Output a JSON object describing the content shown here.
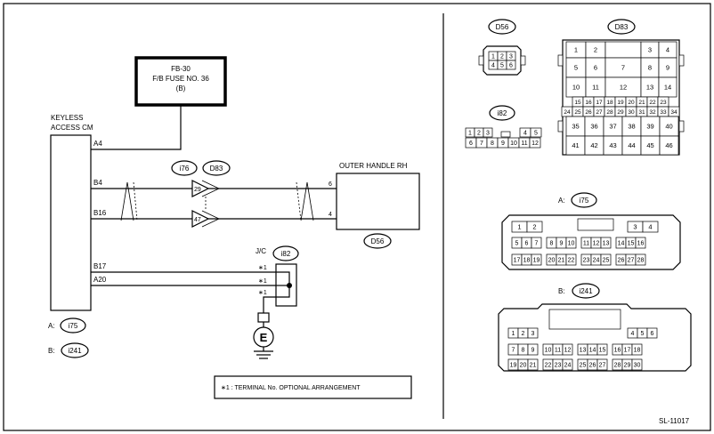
{
  "fuse": {
    "line1": "FB-30",
    "line2": "F/B FUSE NO. 36",
    "line3": "(B)"
  },
  "cm": {
    "line1": "KEYLESS",
    "line2": "ACCESS CM"
  },
  "cm_pins": {
    "a4": "A4",
    "b4": "B4",
    "b16": "B16",
    "b17": "B17",
    "a20": "A20"
  },
  "connectors": {
    "i76": "i76",
    "d83": "D83",
    "d56": "D56",
    "i82": "i82",
    "i75": "i75",
    "i241": "i241"
  },
  "tags": {
    "a": "A:",
    "b": "B:"
  },
  "splice_pins": {
    "p29": "29",
    "p47": "47"
  },
  "handle": {
    "label": "OUTER HANDLE RH",
    "p6": "6",
    "p4": "4"
  },
  "jc": {
    "label": "J/C",
    "star1": "∗1"
  },
  "ground": {
    "label": "E"
  },
  "note": {
    "text": "∗1 : TERMINAL No. OPTIONAL ARRANGEMENT"
  },
  "footer": {
    "code": "SL-11017"
  },
  "grids": {
    "d56": [
      [
        "1",
        "2",
        "3"
      ],
      [
        "4",
        "5",
        "6"
      ]
    ],
    "d83_top": [
      "1",
      "2",
      "3",
      "4"
    ],
    "d83_r2": [
      "5",
      "6",
      "7",
      "8",
      "9"
    ],
    "d83_r3": [
      "10",
      "11",
      "12",
      "13",
      "14"
    ],
    "d83_r4": [
      "15",
      "16",
      "17",
      "18",
      "19",
      "20",
      "21",
      "22",
      "23"
    ],
    "d83_r5": [
      "24",
      "25",
      "26",
      "27",
      "28",
      "29",
      "30",
      "31",
      "32",
      "33",
      "34"
    ],
    "d83_r6": [
      "35",
      "36",
      "37",
      "38",
      "39",
      "40"
    ],
    "d83_r7": [
      "41",
      "42",
      "43",
      "44",
      "45",
      "46"
    ],
    "i82_top": [
      "1",
      "2",
      "3",
      "4",
      "5"
    ],
    "i82_bot": [
      "6",
      "7",
      "8",
      "9",
      "10",
      "11",
      "12"
    ],
    "i75_top": [
      "1",
      "2",
      "3",
      "4"
    ],
    "i75_mid": [
      "5",
      "6",
      "7",
      "8",
      "9",
      "10",
      "11",
      "12",
      "13",
      "14",
      "15",
      "16"
    ],
    "i75_bot": [
      "17",
      "18",
      "19",
      "20",
      "21",
      "22",
      "23",
      "24",
      "25",
      "26",
      "27",
      "28"
    ],
    "i241_r1": [
      "1",
      "2",
      "3",
      "4",
      "5",
      "6"
    ],
    "i241_r2": [
      "7",
      "8",
      "9",
      "10",
      "11",
      "12",
      "13",
      "14",
      "15",
      "16",
      "17",
      "18"
    ],
    "i241_r3": [
      "19",
      "20",
      "21",
      "22",
      "23",
      "24",
      "25",
      "26",
      "27",
      "28",
      "29",
      "30"
    ]
  }
}
